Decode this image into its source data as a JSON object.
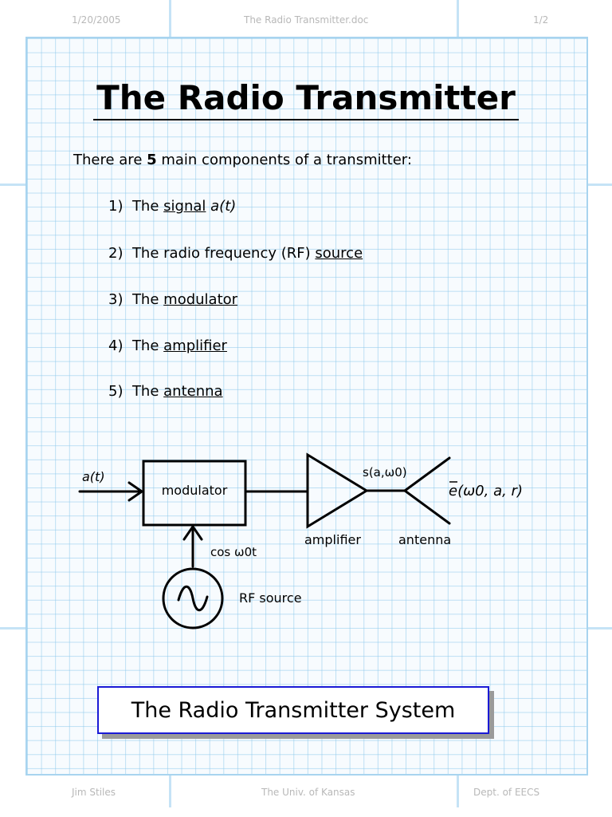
{
  "header": {
    "date": "1/20/2005",
    "filename": "The Radio Transmitter.doc",
    "page": "1/2"
  },
  "footer": {
    "author": "Jim Stiles",
    "university": "The Univ. of Kansas",
    "department": "Dept. of EECS"
  },
  "title": "The Radio Transmitter",
  "intro": {
    "before": "There are ",
    "count": "5",
    "after": " main components of a transmitter:"
  },
  "components": [
    {
      "number": "1)",
      "prefix": "The",
      "term": "signal",
      "extra": "a(t)"
    },
    {
      "number": "2)",
      "prefix": "The radio frequency (RF)",
      "term": "source",
      "extra": ""
    },
    {
      "number": "3)",
      "prefix": "The",
      "term": "modulator",
      "extra": ""
    },
    {
      "number": "4)",
      "prefix": "The",
      "term": "amplifier",
      "extra": ""
    },
    {
      "number": "5)",
      "prefix": "The",
      "term": "antenna",
      "extra": ""
    }
  ],
  "diagram": {
    "input_label": "a(t)",
    "modulator_label": "modulator",
    "carrier_label": "cos ω0t",
    "rf_source_label": "RF source",
    "amplifier_label": "amplifier",
    "amp_output_label": "s(a,ω0)",
    "antenna_label": "antenna",
    "field_label": "e(ω0, a, r)"
  },
  "caption": "The Radio Transmitter System"
}
